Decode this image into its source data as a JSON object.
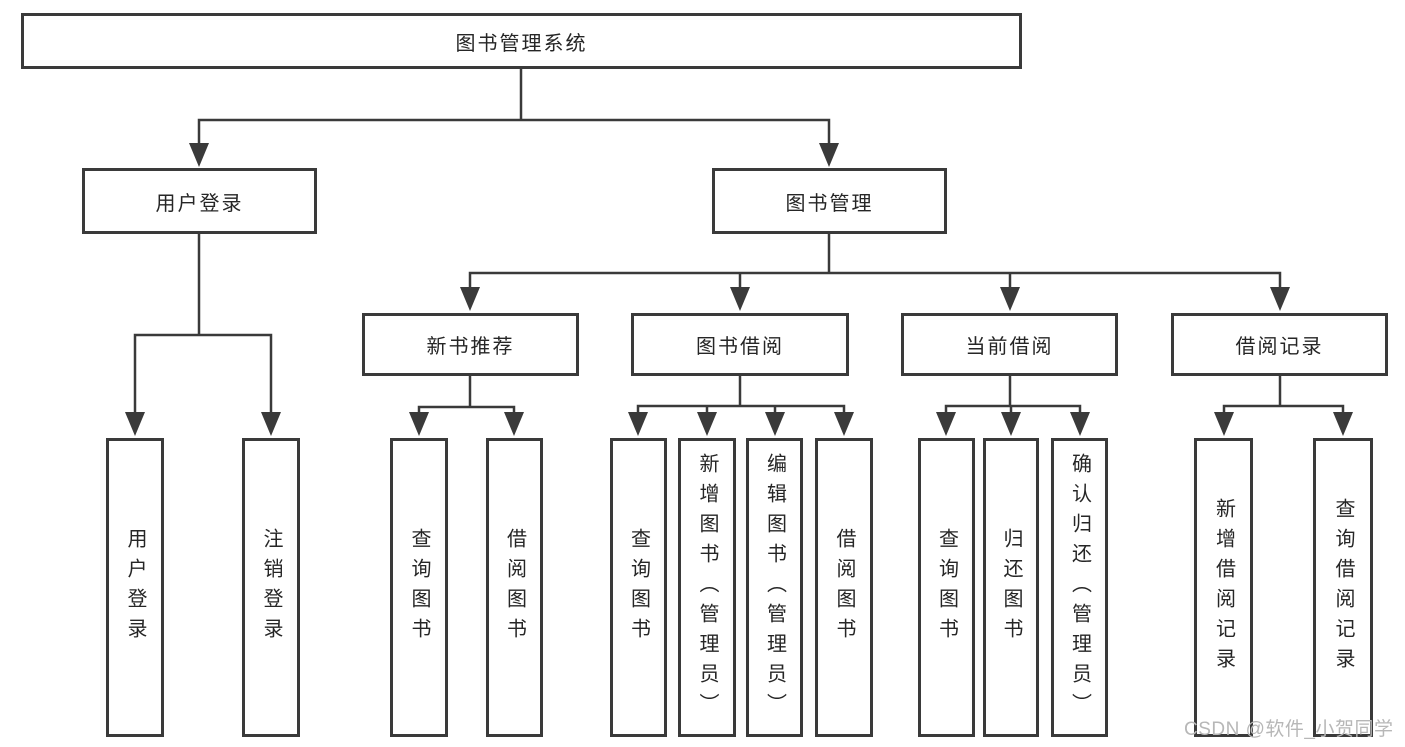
{
  "diagram": {
    "nodes": {
      "root": "图书管理系统",
      "user_login": "用户登录",
      "book_management": "图书管理",
      "new_book_recommend": "新书推荐",
      "book_borrow": "图书借阅",
      "current_borrow": "当前借阅",
      "borrow_records": "借阅记录",
      "leaf_user_login": "用户登录",
      "leaf_logout": "注销登录",
      "leaf_query_book_1": "查询图书",
      "leaf_borrow_book_1": "借阅图书",
      "leaf_query_book_2": "查询图书",
      "leaf_add_book_admin": "新增图书（管理员）",
      "leaf_edit_book_admin": "编辑图书（管理员）",
      "leaf_borrow_book_2": "借阅图书",
      "leaf_query_book_3": "查询图书",
      "leaf_return_book": "归还图书",
      "leaf_confirm_return_admin": "确认归还（管理员）",
      "leaf_add_borrow_record": "新增借阅记录",
      "leaf_query_borrow_record": "查询借阅记录"
    },
    "tree": {
      "label": "图书管理系统",
      "children": [
        {
          "label": "用户登录",
          "children": [
            {
              "label": "用户登录"
            },
            {
              "label": "注销登录"
            }
          ]
        },
        {
          "label": "图书管理",
          "children": [
            {
              "label": "新书推荐",
              "children": [
                {
                  "label": "查询图书"
                },
                {
                  "label": "借阅图书"
                }
              ]
            },
            {
              "label": "图书借阅",
              "children": [
                {
                  "label": "查询图书"
                },
                {
                  "label": "新增图书（管理员）"
                },
                {
                  "label": "编辑图书（管理员）"
                },
                {
                  "label": "借阅图书"
                }
              ]
            },
            {
              "label": "当前借阅",
              "children": [
                {
                  "label": "查询图书"
                },
                {
                  "label": "归还图书"
                },
                {
                  "label": "确认归还（管理员）"
                }
              ]
            },
            {
              "label": "借阅记录",
              "children": [
                {
                  "label": "新增借阅记录"
                },
                {
                  "label": "查询借阅记录"
                }
              ]
            }
          ]
        }
      ]
    },
    "colors": {
      "line": "#3a3a3a",
      "box_border": "#3a3a3a",
      "text": "#262626",
      "background": "#ffffff",
      "watermark": "#b7b7b7"
    }
  },
  "watermark": {
    "text": "CSDN @软件_小贺同学"
  }
}
